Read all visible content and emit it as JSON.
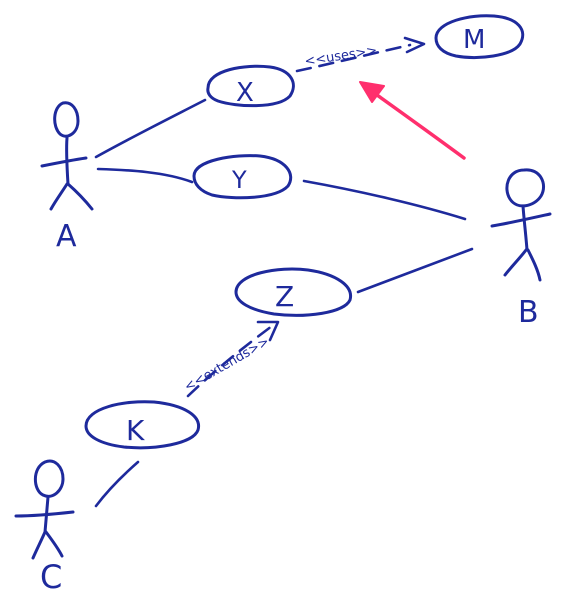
{
  "diagram": {
    "ink_color": "#1e2a9c",
    "highlight_color": "#ff2f6d",
    "actors": {
      "a": {
        "label": "A"
      },
      "b": {
        "label": "B"
      },
      "c": {
        "label": "C"
      }
    },
    "use_cases": {
      "x": {
        "label": "X"
      },
      "y": {
        "label": "Y"
      },
      "z": {
        "label": "Z"
      },
      "k": {
        "label": "K"
      },
      "m": {
        "label": "M"
      }
    },
    "relations": {
      "uses": {
        "label": "<<uses>>"
      },
      "extends": {
        "label": "<<extends>>"
      }
    }
  }
}
